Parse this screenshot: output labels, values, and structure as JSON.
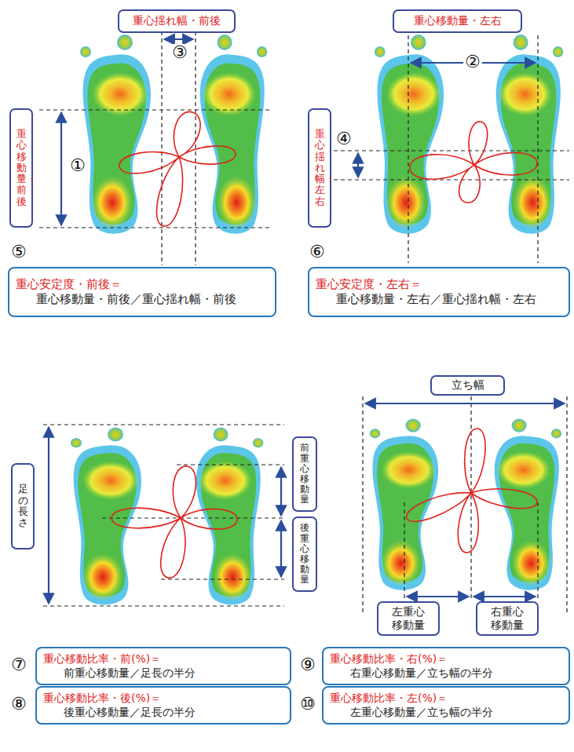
{
  "diagram": {
    "nodes": [
      {
        "text": [
          "重心揺れ幅・前後"
        ]
      },
      {
        "text": [
          "重心移動量・前後"
        ]
      },
      {
        "text": [
          "重心移動量・左右"
        ]
      },
      {
        "text": [
          "重心揺れ幅・左右"
        ]
      },
      {
        "text": [
          "重心安定度・前後＝",
          "重心移動量・前後／重心揺れ幅・前後"
        ]
      },
      {
        "text": [
          "重心安定度・左右＝",
          "重心移動量・左右／重心揺れ幅・左右"
        ]
      },
      {
        "text": [
          "足の長さ"
        ]
      },
      {
        "text": [
          "前重心 移動量"
        ]
      },
      {
        "text": [
          "後重心 移動量"
        ]
      },
      {
        "text": [
          "立ち幅"
        ]
      },
      {
        "text": [
          "左重心 移動量"
        ]
      },
      {
        "text": [
          "右重心 移動量"
        ]
      },
      {
        "text": [
          "重心移動比率・前(%)＝",
          "前重心移動量／足長の半分"
        ]
      },
      {
        "text": [
          "重心移動比率・右(%)＝",
          "右重心移動量／立ち幅の半分"
        ]
      },
      {
        "text": [
          "重心移動比率・後(%)＝",
          "後重心移動量／足長の半分"
        ]
      },
      {
        "text": [
          "重心移動比率・左(%)＝",
          "左重心移動量／立ち幅の半分"
        ]
      }
    ],
    "labels": [
      "③",
      "①",
      "②",
      "④",
      "⑤",
      "⑥",
      "⑦",
      "⑨",
      "⑧",
      "⑩"
    ]
  }
}
